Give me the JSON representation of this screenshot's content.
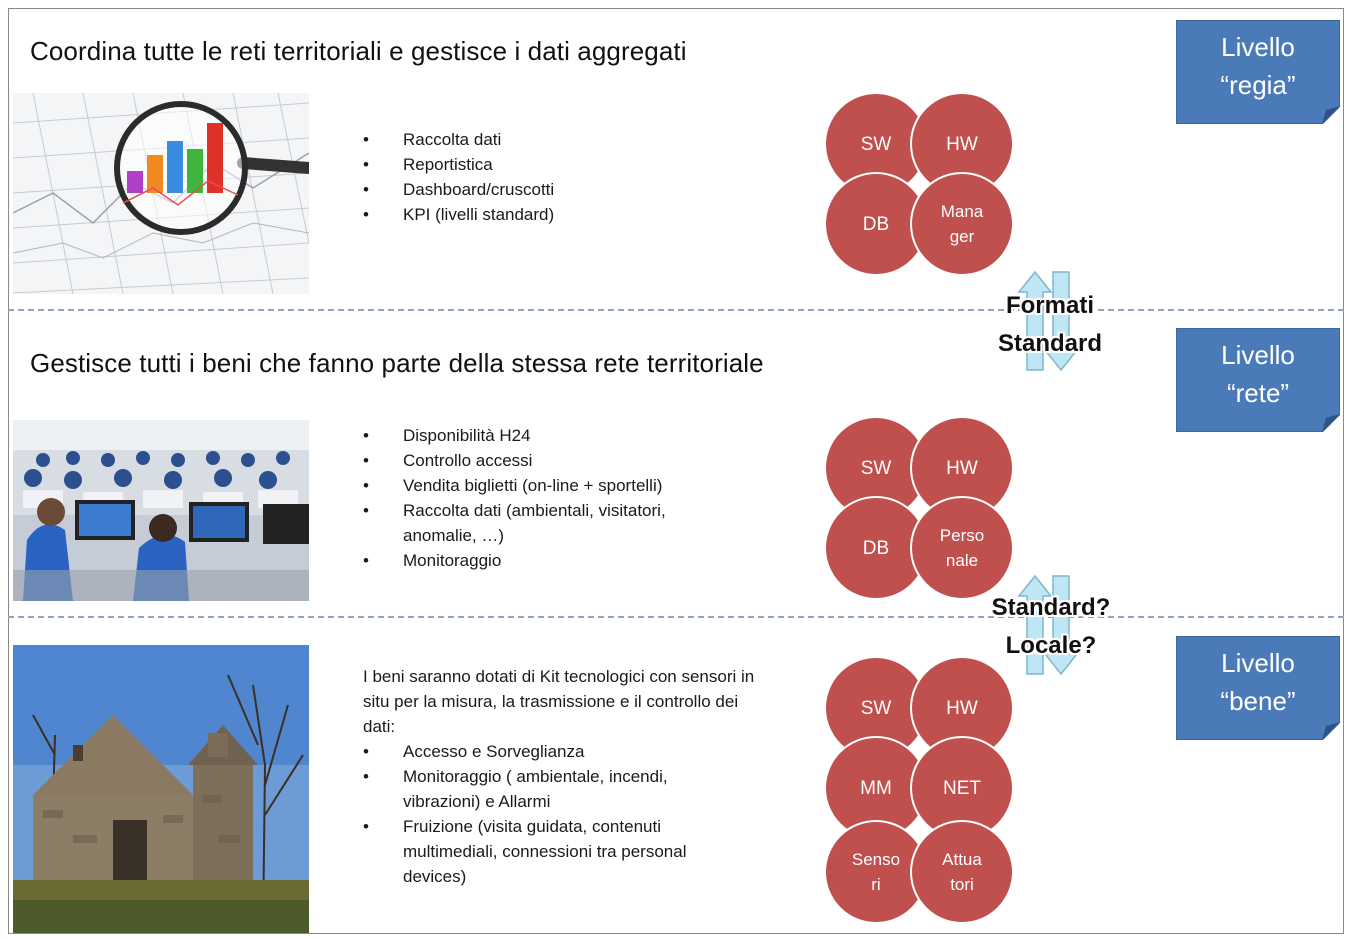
{
  "levels": [
    {
      "heading": "Coordina tutte le reti territoriali e gestisce i dati aggregati",
      "bullets": [
        "Raccolta dati",
        "Reportistica",
        "Dashboard/cruscotti",
        "KPI (livelli standard)"
      ],
      "circles": [
        "SW",
        "HW",
        "DB",
        "Mana ger"
      ],
      "badge_line1": "Livello",
      "badge_line2": "“regia”"
    },
    {
      "heading": "Gestisce tutti i beni che fanno parte della stessa rete territoriale",
      "bullets": [
        "Disponibilità H24",
        "Controllo accessi",
        "Vendita biglietti (on-line + sportelli)",
        "Raccolta dati (ambientali, visitatori, anomalie, …)",
        "Monitoraggio"
      ],
      "circles": [
        "SW",
        "HW",
        "DB",
        "Perso nale"
      ],
      "badge_line1": "Livello",
      "badge_line2": "“rete”"
    },
    {
      "intro": "I beni saranno dotati di Kit tecnologici con sensori in situ per la misura, la trasmissione e il controllo dei dati:",
      "bullets": [
        "Accesso e Sorveglianza",
        "Monitoraggio ( ambientale, incendi, vibrazioni) e Allarmi",
        "Fruizione (visita guidata, contenuti multimediali, connessioni tra personal devices)"
      ],
      "circles": [
        "SW",
        "HW",
        "MM",
        "NET",
        "Senso ri",
        "Attua tori"
      ],
      "badge_line1": "Livello",
      "badge_line2": "“bene”"
    }
  ],
  "arrows": [
    {
      "line1": "Formati",
      "line2": "Standard"
    },
    {
      "line1": "Standard?",
      "line2": "Locale?"
    }
  ],
  "colors": {
    "circle": "#c0504d",
    "badge": "#4a7ab8",
    "arrow": "#bfe6f5",
    "divider": "#8fa3c0"
  }
}
